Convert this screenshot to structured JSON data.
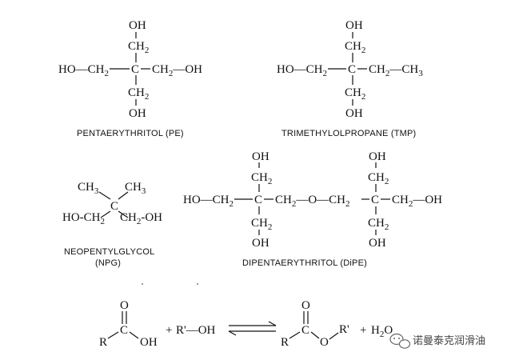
{
  "pe": {
    "oh_top": "OH",
    "ch2_top": "CH2",
    "left": "HO—CH2",
    "center": "C",
    "right": "CH2—OH",
    "ch2_bottom": "CH2",
    "oh_bottom": "OH",
    "caption": "PENTAERYTHRITOL (PE)"
  },
  "tmp": {
    "oh_top": "OH",
    "ch2_top": "CH2",
    "left": "HO—CH2",
    "center": "C",
    "right": "CH2—CH3",
    "ch2_bottom": "CH2",
    "oh_bottom": "OH",
    "caption": "TRIMETHYLOLPROPANE (TMP)"
  },
  "npg": {
    "ch3_left": "CH3",
    "ch3_right": "CH3",
    "center": "C",
    "left": "HO-CH2",
    "right": "CH2-OH",
    "caption_line1": "NEOPENTYLGLYCOL",
    "caption_line2": "(NPG)"
  },
  "dipe": {
    "oh_top_left": "OH",
    "ch2_top_left": "CH2",
    "left": "HO—CH2",
    "center_left": "C",
    "mid": "CH2—O—CH2",
    "center_right": "C",
    "right": "CH2—OH",
    "oh_top_right": "OH",
    "ch2_top_right": "CH2",
    "ch2_bottom_left": "CH2",
    "oh_bottom_left": "OH",
    "ch2_bottom_right": "CH2",
    "oh_bottom_right": "OH",
    "caption": "DIPENTAERYTHRITOL (DiPE)"
  },
  "reaction": {
    "acid_o": "O",
    "acid_r": "R",
    "acid_c": "C",
    "acid_oh": "OH",
    "plus1": "+",
    "alcohol": "R'—OH",
    "ester_o": "O",
    "ester_r": "R",
    "ester_c": "C",
    "ester_link_o": "O",
    "ester_r2": "R'",
    "plus2": "+",
    "water": "H2O"
  },
  "watermark": {
    "text": "诺曼泰克润滑油",
    "icon": "wechat-icon"
  }
}
